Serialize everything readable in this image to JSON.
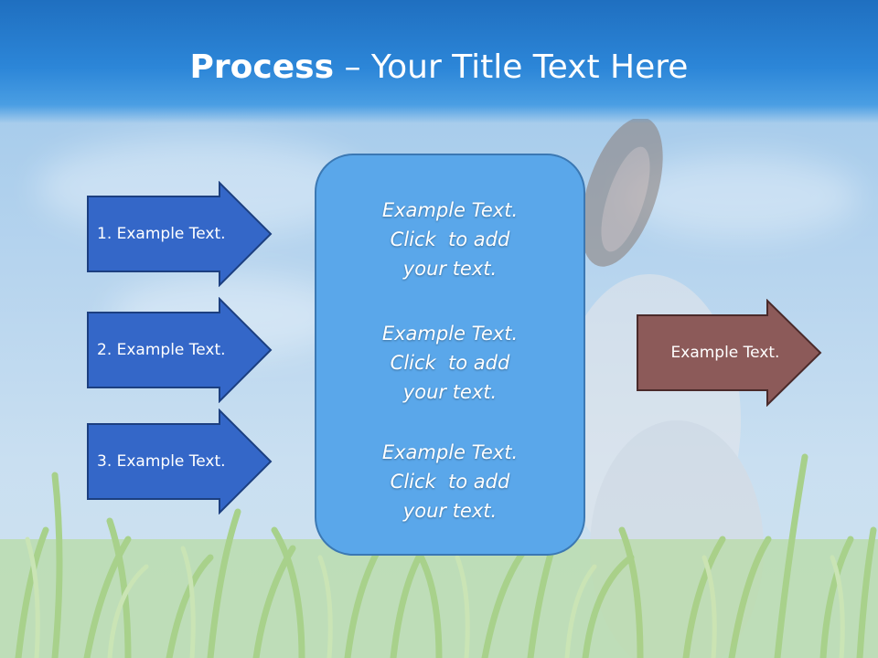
{
  "title": {
    "bold": "Process",
    "rest": " – Your Title Text Here"
  },
  "left_arrows": [
    {
      "label": "1. Example Text."
    },
    {
      "label": "2. Example Text."
    },
    {
      "label": "3. Example Text."
    }
  ],
  "center_box": {
    "blocks": [
      {
        "line1": "Example Text.",
        "line2": "Click  to add",
        "line3": "your text."
      },
      {
        "line1": "Example Text.",
        "line2": "Click  to add",
        "line3": "your text."
      },
      {
        "line1": "Example Text.",
        "line2": "Click  to add",
        "line3": "your text."
      }
    ]
  },
  "right_arrow": {
    "label": "Example Text."
  },
  "colors": {
    "header": "#2c86d8",
    "left_arrow_fill": "#3467c8",
    "left_arrow_border": "#1c3f80",
    "center_box_fill": "#5aa7ea",
    "right_arrow_fill": "#8c5a59",
    "right_arrow_border": "#4a2a2a"
  }
}
